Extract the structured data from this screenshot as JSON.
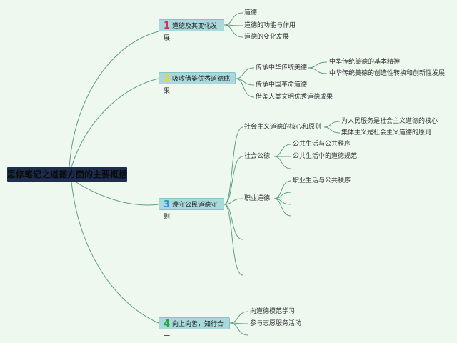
{
  "root": {
    "title": "思修笔记之道德方面的主要概括"
  },
  "colors": {
    "background": "#eef8ef",
    "line": "#5f9e86",
    "box": "#a9d9dc",
    "root": "#1d2e4e"
  },
  "branches": [
    {
      "number": "1",
      "number_color": "#d62d5a",
      "label": "道德及其变化发展",
      "children": [
        {
          "label": "道德"
        },
        {
          "label": "道德的功能与作用"
        },
        {
          "label": "道德的变化发展"
        }
      ]
    },
    {
      "number": "2",
      "number_color": "#f2cf3a",
      "label": "吸收借鉴优秀道德成果",
      "children": [
        {
          "label": "传承中华传统美德",
          "children": [
            {
              "label": "中华传统美德的基本精神"
            },
            {
              "label": "中华传统美德的创造性转换和创新性发展"
            }
          ]
        },
        {
          "label": "传承中国革命道德"
        },
        {
          "label": "借鉴人类文明优秀道德成果"
        }
      ]
    },
    {
      "number": "3",
      "number_color": "#2a8fd6",
      "label": "遵守公民道德守则",
      "children": [
        {
          "label": "社会主义道德的核心和原则",
          "children": [
            {
              "label": "为人民服务是社会主义道德的核心"
            },
            {
              "label": "集体主义是社会主义道德的原则"
            }
          ]
        },
        {
          "label": "社会公德",
          "children": [
            {
              "label": "公共生活与公共秩序"
            },
            {
              "label": "公共生活中的道德规范"
            }
          ]
        },
        {
          "label": "职业道德",
          "children": [
            {
              "label": "职业生活与公共秩序"
            }
          ]
        }
      ]
    },
    {
      "number": "4",
      "number_color": "#2aa33a",
      "label": "向上向善，知行合一",
      "children": [
        {
          "label": "向道德模范学习"
        },
        {
          "label": "参与志愿服务活动"
        }
      ]
    }
  ]
}
